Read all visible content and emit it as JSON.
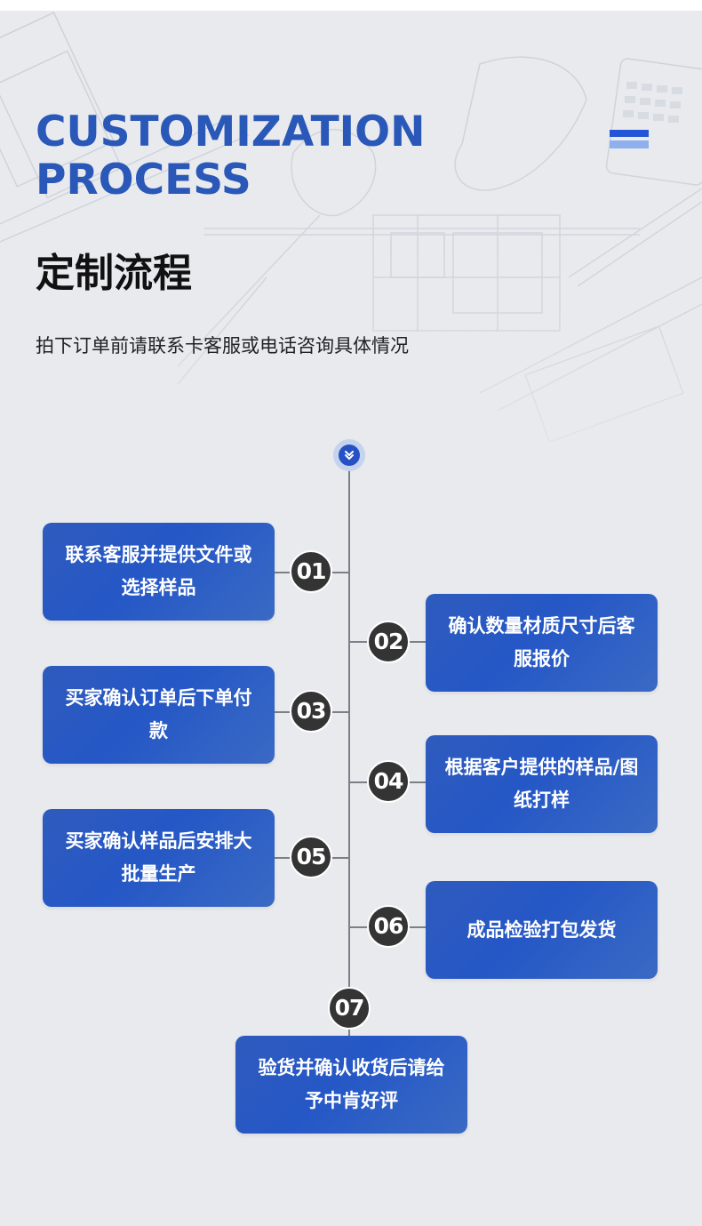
{
  "header": {
    "title_en": "CUSTOMIZATION\nPROCESS",
    "title_cn": "定制流程",
    "subtitle": "拍下订单前请联系卡客服或电话咨询具体情况"
  },
  "icons": {
    "start_node": "double-chevron-down-icon"
  },
  "colors": {
    "accent": "#2a58b8",
    "box": "#2557c6",
    "number_badge": "#343434",
    "line": "#7b7f87"
  },
  "steps": [
    {
      "number": "01",
      "text": "联系客服并提供文件或选择样品"
    },
    {
      "number": "02",
      "text": "确认数量材质尺寸后客服报价"
    },
    {
      "number": "03",
      "text": "买家确认订单后下单付款"
    },
    {
      "number": "04",
      "text": "根据客户提供的样品/图纸打样"
    },
    {
      "number": "05",
      "text": "买家确认样品后安排大批量生产"
    },
    {
      "number": "06",
      "text": "成品检验打包发货"
    },
    {
      "number": "07",
      "text": "验货并确认收货后请给予中肯好评"
    }
  ]
}
